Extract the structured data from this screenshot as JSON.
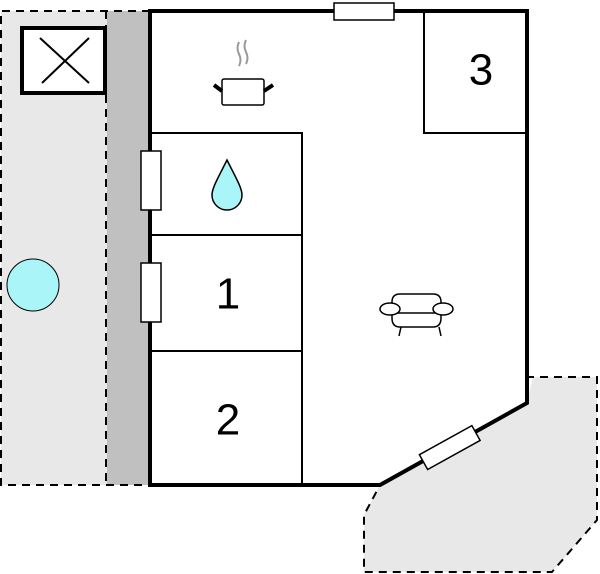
{
  "floorplan": {
    "rooms": [
      {
        "id": "kitchen",
        "icon": "cooking-pot-icon"
      },
      {
        "id": "bathroom",
        "icon": "water-drop-icon"
      },
      {
        "id": "bedroom-1",
        "label": "1"
      },
      {
        "id": "bedroom-2",
        "label": "2"
      },
      {
        "id": "bedroom-3",
        "label": "3"
      },
      {
        "id": "living-room",
        "icon": "armchair-icon"
      }
    ],
    "outdoor": [
      {
        "id": "left-terrace",
        "features": [
          "skylight-icon",
          "pool-circle-icon"
        ]
      },
      {
        "id": "bottom-right-terrace"
      }
    ]
  },
  "colors": {
    "wall": "#000000",
    "terrace": "#e8e8e8",
    "covered": "#c0c0c0",
    "water": "#aaf5f8"
  }
}
